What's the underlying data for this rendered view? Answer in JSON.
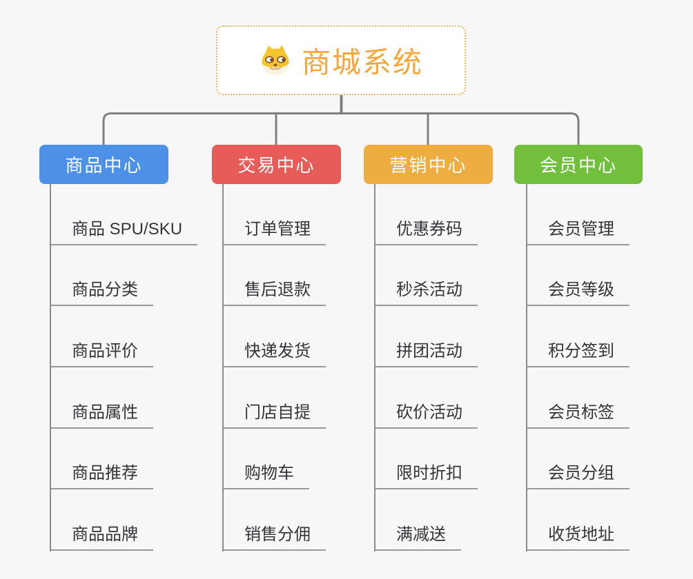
{
  "app": {
    "background_color": "#f7f7f7",
    "connector_color": "#7f7f7f",
    "underline_color": "#999999"
  },
  "root": {
    "title": "商城系统",
    "icon": "shiba-dog-icon",
    "title_color": "#f3a73c",
    "border_color": "#f3b55c"
  },
  "branches": [
    {
      "label": "商品中心",
      "color": "#4c90e8",
      "items": [
        "商品 SPU/SKU",
        "商品分类",
        "商品评价",
        "商品属性",
        "商品推荐",
        "商品品牌"
      ]
    },
    {
      "label": "交易中心",
      "color": "#e65c59",
      "items": [
        "订单管理",
        "售后退款",
        "快递发货",
        "门店自提",
        "购物车",
        "销售分佣"
      ]
    },
    {
      "label": "营销中心",
      "color": "#eead41",
      "items": [
        "优惠券码",
        "秒杀活动",
        "拼团活动",
        "砍价活动",
        "限时折扣",
        "满减送"
      ]
    },
    {
      "label": "会员中心",
      "color": "#72bf3e",
      "items": [
        "会员管理",
        "会员等级",
        "积分签到",
        "会员标签",
        "会员分组",
        "收货地址"
      ]
    }
  ]
}
